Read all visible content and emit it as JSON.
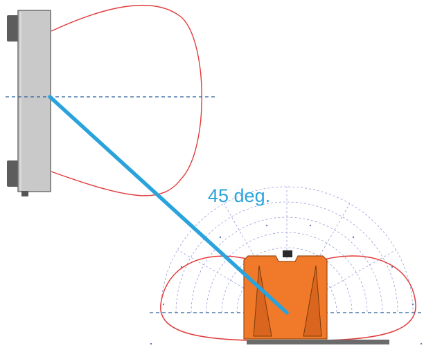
{
  "annotation": {
    "angle_label": "45 deg."
  },
  "colors": {
    "beam_line": "#2aa3dc",
    "pattern_outline": "#e23b3b",
    "axis_dash": "#2b5f9e",
    "grid": "#8a8fd6",
    "panel_gray": "#c9c9c9",
    "device_orange": "#f07a2a"
  },
  "objects": {
    "left": "wall-mounted-sensor-panel",
    "bottom": "orange-sensor-unit"
  }
}
